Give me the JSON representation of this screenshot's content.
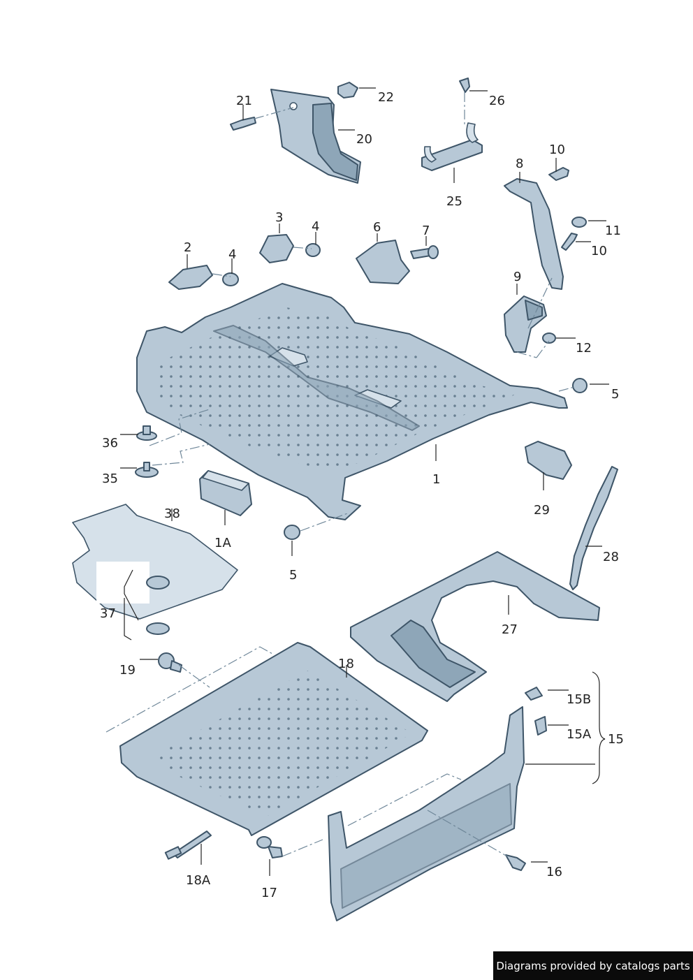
{
  "callouts": {
    "p1": "1",
    "p1a": "1A",
    "p2": "2",
    "p3": "3",
    "p4a": "4",
    "p4b": "4",
    "p5a": "5",
    "p5b": "5",
    "p6": "6",
    "p7": "7",
    "p8": "8",
    "p9": "9",
    "p10a": "10",
    "p10b": "10",
    "p11": "11",
    "p12": "12",
    "p15": "15",
    "p15a": "15A",
    "p15b": "15B",
    "p16": "16",
    "p17": "17",
    "p18": "18",
    "p18a": "18A",
    "p19": "19",
    "p20": "20",
    "p21": "21",
    "p22": "22",
    "p25": "25",
    "p26": "26",
    "p27": "27",
    "p28": "28",
    "p29": "29",
    "p35": "35",
    "p36": "36",
    "p37": "37",
    "p38": "38"
  },
  "footer": {
    "text": "Diagrams provided by catalogs parts"
  },
  "colors": {
    "part_fill": "#b7c8d6",
    "outline": "#3e5568",
    "badge_bg": "#0b0b0b"
  }
}
